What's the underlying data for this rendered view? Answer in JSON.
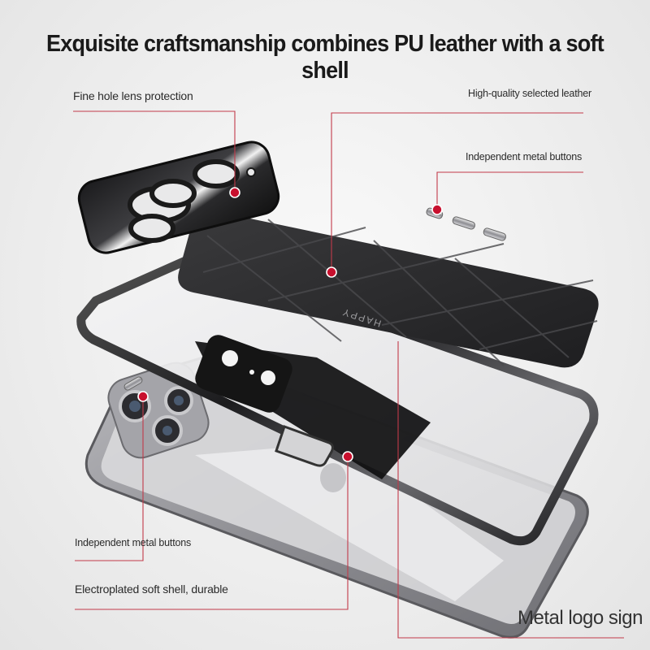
{
  "headline": "Exquisite craftsmanship combines PU leather with a soft shell",
  "callouts": {
    "lens_protection": "Fine hole lens protection",
    "selected_leather": "High-quality selected leather",
    "metal_buttons_right": "Independent metal buttons",
    "metal_buttons_left": "Independent metal buttons",
    "soft_shell": "Electroplated soft shell, durable",
    "logo_sign": "Metal logo sign"
  },
  "leather_brand": "HAPPY",
  "colors": {
    "accent_marker": "#c8102e",
    "leader_line": "#c23a4a",
    "leather": "#2b2b2d",
    "chrome": "#3a3a3c",
    "phone_body": "#8a8a8e"
  }
}
